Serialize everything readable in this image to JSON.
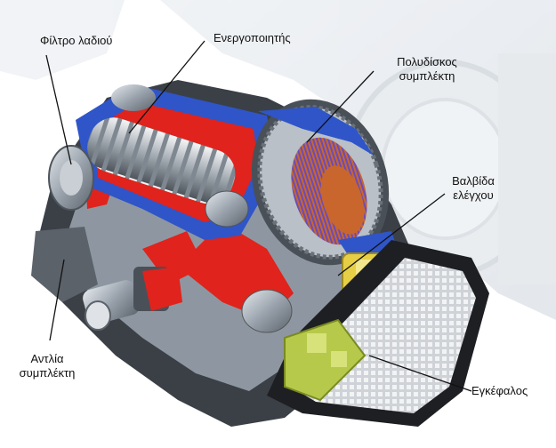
{
  "labels": {
    "oil_filter": [
      "Φίλτρο λαδιού"
    ],
    "actuator": [
      "Ενεργοποιητής"
    ],
    "multidisc_clutch": [
      "Πολυδίσκος",
      "συμπλέκτη"
    ],
    "control_valve": [
      "Βαλβίδα",
      "ελέγχου"
    ],
    "clutch_pump": [
      "Αντλία",
      "συμπλέκτη"
    ],
    "ecu": [
      "Εγκέφαλος"
    ]
  },
  "colors": {
    "background": "#ffffff",
    "housing_blue": "#2f55c8",
    "cutaway_red": "#e0231c",
    "metal_grey": "#9aa3ad",
    "clutch_copper": "#c8662e",
    "valve_yellow": "#e6cf45",
    "ecu_green": "#b6c94a",
    "dark_frame": "#1e1f23"
  }
}
